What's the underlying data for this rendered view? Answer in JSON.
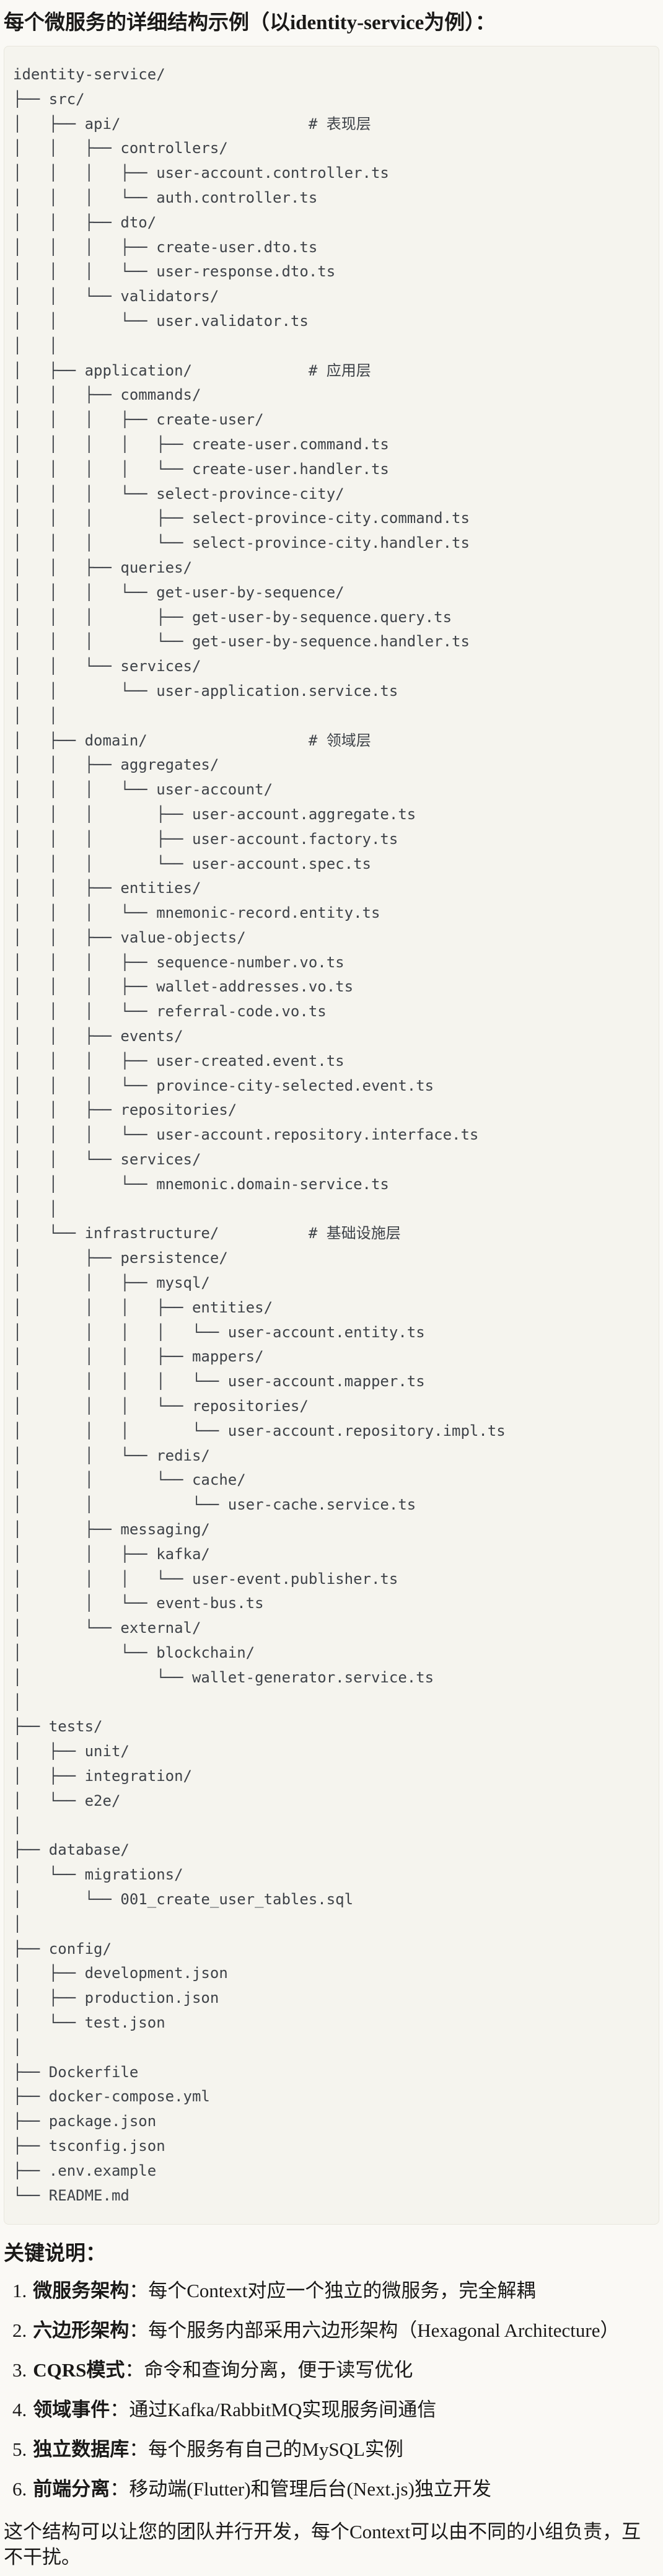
{
  "page": {
    "title": "每个微服务的详细结构示例（以identity-service为例）：",
    "footer": "这个结构可以让您的团队并行开发，每个Context可以由不同的小组负责，互不干扰。"
  },
  "tree": {
    "lines": [
      "identity-service/",
      "├── src/",
      "│   ├── api/                     # 表现层",
      "│   │   ├── controllers/",
      "│   │   │   ├── user-account.controller.ts",
      "│   │   │   └── auth.controller.ts",
      "│   │   ├── dto/",
      "│   │   │   ├── create-user.dto.ts",
      "│   │   │   └── user-response.dto.ts",
      "│   │   └── validators/",
      "│   │       └── user.validator.ts",
      "│   │",
      "│   ├── application/             # 应用层",
      "│   │   ├── commands/",
      "│   │   │   ├── create-user/",
      "│   │   │   │   ├── create-user.command.ts",
      "│   │   │   │   └── create-user.handler.ts",
      "│   │   │   └── select-province-city/",
      "│   │   │       ├── select-province-city.command.ts",
      "│   │   │       └── select-province-city.handler.ts",
      "│   │   ├── queries/",
      "│   │   │   └── get-user-by-sequence/",
      "│   │   │       ├── get-user-by-sequence.query.ts",
      "│   │   │       └── get-user-by-sequence.handler.ts",
      "│   │   └── services/",
      "│   │       └── user-application.service.ts",
      "│   │",
      "│   ├── domain/                  # 领域层",
      "│   │   ├── aggregates/",
      "│   │   │   └── user-account/",
      "│   │   │       ├── user-account.aggregate.ts",
      "│   │   │       ├── user-account.factory.ts",
      "│   │   │       └── user-account.spec.ts",
      "│   │   ├── entities/",
      "│   │   │   └── mnemonic-record.entity.ts",
      "│   │   ├── value-objects/",
      "│   │   │   ├── sequence-number.vo.ts",
      "│   │   │   ├── wallet-addresses.vo.ts",
      "│   │   │   └── referral-code.vo.ts",
      "│   │   ├── events/",
      "│   │   │   ├── user-created.event.ts",
      "│   │   │   └── province-city-selected.event.ts",
      "│   │   ├── repositories/",
      "│   │   │   └── user-account.repository.interface.ts",
      "│   │   └── services/",
      "│   │       └── mnemonic.domain-service.ts",
      "│   │",
      "│   └── infrastructure/          # 基础设施层",
      "│       ├── persistence/",
      "│       │   ├── mysql/",
      "│       │   │   ├── entities/",
      "│       │   │   │   └── user-account.entity.ts",
      "│       │   │   ├── mappers/",
      "│       │   │   │   └── user-account.mapper.ts",
      "│       │   │   └── repositories/",
      "│       │   │       └── user-account.repository.impl.ts",
      "│       │   └── redis/",
      "│       │       └── cache/",
      "│       │           └── user-cache.service.ts",
      "│       ├── messaging/",
      "│       │   ├── kafka/",
      "│       │   │   └── user-event.publisher.ts",
      "│       │   └── event-bus.ts",
      "│       └── external/",
      "│           └── blockchain/",
      "│               └── wallet-generator.service.ts",
      "│",
      "├── tests/",
      "│   ├── unit/",
      "│   ├── integration/",
      "│   └── e2e/",
      "│",
      "├── database/",
      "│   └── migrations/",
      "│       └── 001_create_user_tables.sql",
      "│",
      "├── config/",
      "│   ├── development.json",
      "│   ├── production.json",
      "│   └── test.json",
      "│",
      "├── Dockerfile",
      "├── docker-compose.yml",
      "├── package.json",
      "├── tsconfig.json",
      "├── .env.example",
      "└── README.md"
    ]
  },
  "notes": {
    "heading": "关键说明：",
    "items": [
      {
        "num": "1.",
        "label": "微服务架构",
        "rest": "：每个Context对应一个独立的微服务，完全解耦"
      },
      {
        "num": "2.",
        "label": "六边形架构",
        "rest": "：每个服务内部采用六边形架构（Hexagonal Architecture）"
      },
      {
        "num": "3.",
        "label": "CQRS模式",
        "rest": "：命令和查询分离，便于读写优化"
      },
      {
        "num": "4.",
        "label": "领域事件",
        "rest": "：通过Kafka/RabbitMQ实现服务间通信"
      },
      {
        "num": "5.",
        "label": "独立数据库",
        "rest": "：每个服务有自己的MySQL实例"
      },
      {
        "num": "6.",
        "label": "前端分离",
        "rest": "：移动端(Flutter)和管理后台(Next.js)独立开发"
      }
    ]
  },
  "colors": {
    "page_bg": "#FAF9F5",
    "code_bg": "#F5F4EE",
    "code_border": "#E8E6DD",
    "code_text": "#3E4248",
    "text": "#1A1918"
  }
}
